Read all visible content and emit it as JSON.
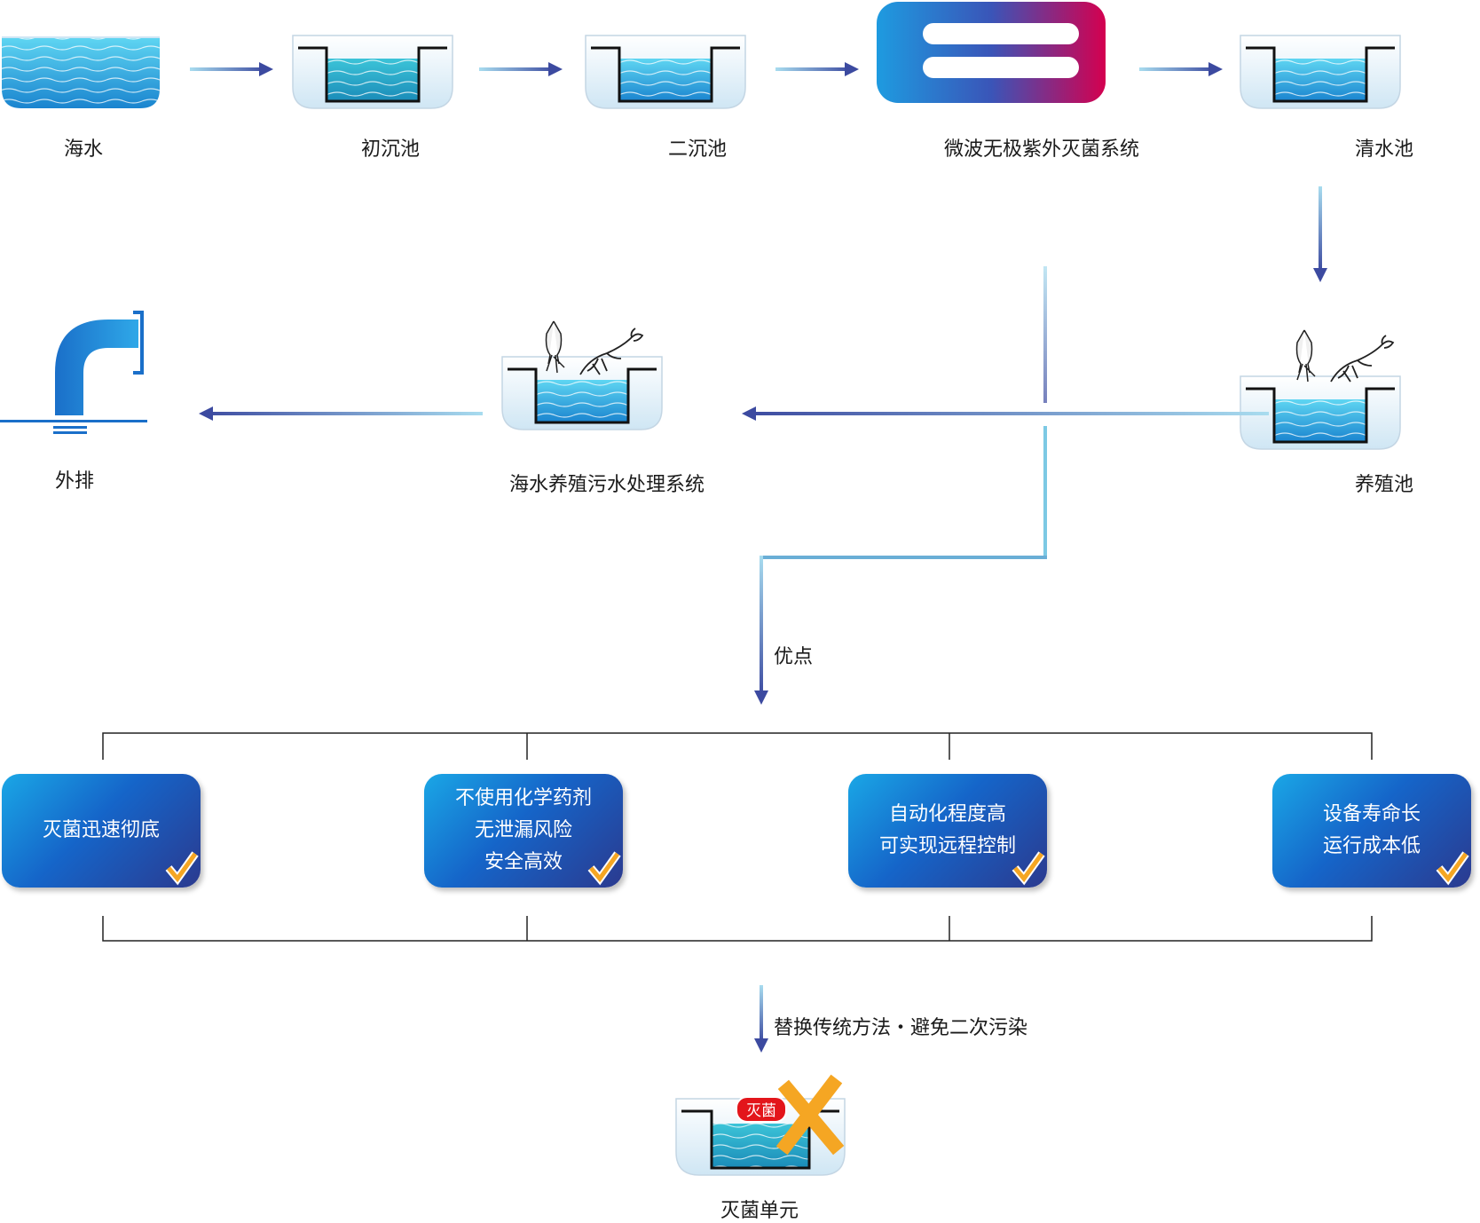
{
  "nodes": {
    "seawater": "海水",
    "primary_tank": "初沉池",
    "secondary_tank": "二沉池",
    "uv_system": "微波无极紫外灭菌系统",
    "clean_tank": "清水池",
    "culture_tank": "养殖池",
    "wastewater_system": "海水养殖污水处理系统",
    "discharge": "外排",
    "sterilization_unit": "灭菌单元"
  },
  "advantages_label": "优点",
  "advantages": [
    {
      "lines": [
        "灭菌迅速彻底"
      ]
    },
    {
      "lines": [
        "不使用化学药剂",
        "无泄漏风险",
        "安全高效"
      ]
    },
    {
      "lines": [
        "自动化程度高",
        "可实现远程控制"
      ]
    },
    {
      "lines": [
        "设备寿命长",
        "运行成本低"
      ]
    }
  ],
  "replacement_note": "替换传统方法・避免二次污染",
  "sterilize_badge": "灭菌",
  "colors": {
    "water_light": "#4fd0f0",
    "water_dark": "#1e88d0",
    "arrow": "#4a55a8",
    "arrow_light": "#9fd8ee",
    "uv_start": "#1e9be0",
    "uv_end": "#d4004f",
    "check": "#f5a623"
  },
  "icons": [
    "pipe-icon",
    "squid-icon",
    "lobster-icon",
    "check-icon",
    "cross-icon",
    "uv-lamp-icon"
  ]
}
